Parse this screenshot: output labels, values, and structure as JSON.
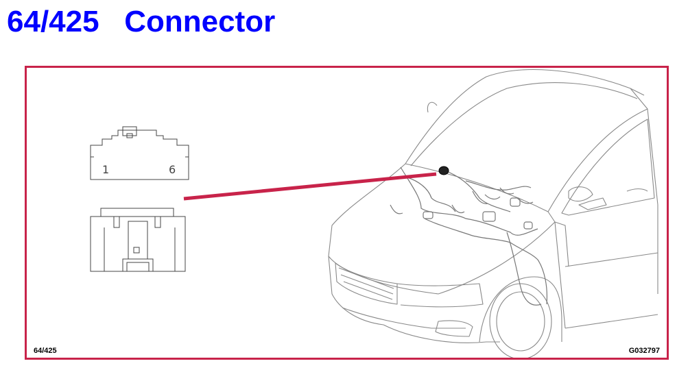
{
  "header": {
    "title": "64/425   Connector"
  },
  "diagram": {
    "connector_pin_first": "1",
    "connector_pin_last": "6",
    "footer_left": "64/425",
    "footer_right": "G032797",
    "colors": {
      "title": "#0000ff",
      "frame": "#c8234a",
      "pointer": "#c8234a"
    }
  }
}
